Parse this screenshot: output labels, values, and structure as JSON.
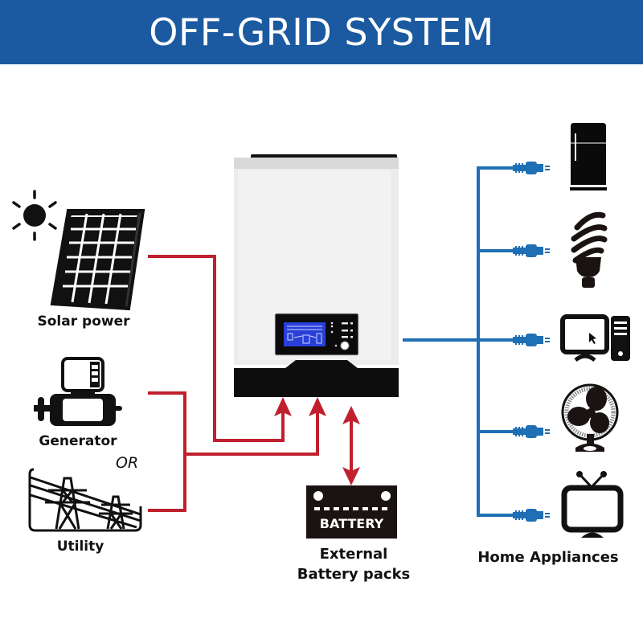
{
  "title": "OFF-GRID SYSTEM",
  "colors": {
    "banner": "#1b5aa0",
    "ac_wire": "#c0202e",
    "output_wire": "#1f6fb5",
    "icon": "#111111",
    "lcd": "#2a3fd8"
  },
  "sources": [
    {
      "id": "solar",
      "label": "Solar power",
      "icon": "solar-panel-icon"
    },
    {
      "id": "generator",
      "label": "Generator",
      "icon": "generator-icon"
    },
    {
      "id": "utility",
      "label": "Utility",
      "icon": "power-tower-icon"
    }
  ],
  "or_label": "OR",
  "inverter": {
    "name": "off-grid inverter",
    "icon": "inverter-icon"
  },
  "battery": {
    "badge": "BATTERY",
    "label_line1": "External",
    "label_line2": "Battery packs"
  },
  "appliances": {
    "label": "Home Appliances",
    "items": [
      {
        "name": "refrigerator",
        "icon": "refrigerator-icon"
      },
      {
        "name": "light bulb",
        "icon": "cfl-bulb-icon"
      },
      {
        "name": "computer",
        "icon": "computer-icon"
      },
      {
        "name": "fan",
        "icon": "fan-icon"
      },
      {
        "name": "television",
        "icon": "tv-icon"
      }
    ]
  }
}
